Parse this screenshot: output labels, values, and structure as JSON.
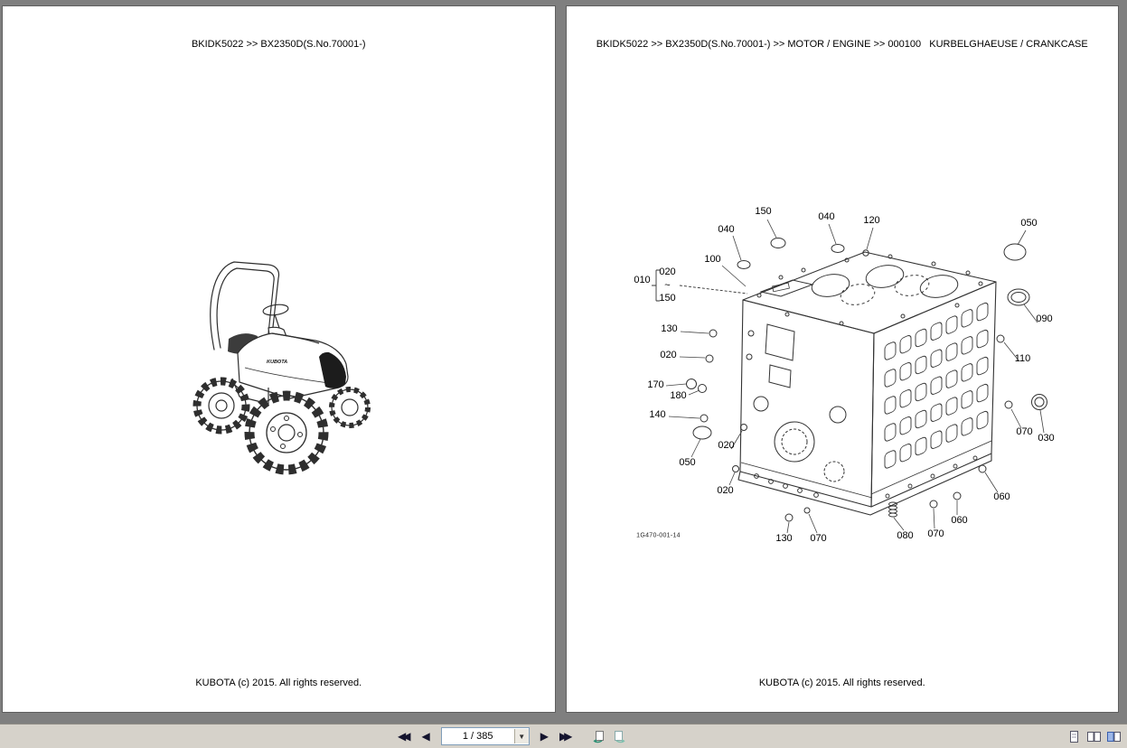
{
  "left_page": {
    "header": "BKIDK5022 >> BX2350D(S.No.70001-)",
    "footer": "KUBOTA (c) 2015. All rights reserved.",
    "tractor_brand": "KUBOTA"
  },
  "right_page": {
    "header": "BKIDK5022 >> BX2350D(S.No.70001-) >> MOTOR / ENGINE >> 000100   KURBELGHAEUSE / CRANKCASE",
    "footer": "KUBOTA (c) 2015. All rights reserved.",
    "figure_ref": "1G470-001-14",
    "section_title": "KURBELGHAEUSE / CRANKCASE",
    "callouts": [
      "150",
      "040",
      "120",
      "050",
      "040",
      "100",
      "010",
      "020",
      "~",
      "150",
      "130",
      "020",
      "170",
      "180",
      "140",
      "090",
      "110",
      "030",
      "070",
      "050",
      "020",
      "020",
      "060",
      "060",
      "130",
      "070",
      "080",
      "070"
    ]
  },
  "toolbar": {
    "page_value": "1 / 385",
    "icons": {
      "first": "◀◀",
      "prev": "◀",
      "next": "▶",
      "last": "▶▶",
      "dropdown": "▼"
    }
  },
  "colors": {
    "background": "#7f7f7f",
    "page": "#ffffff",
    "toolbar": "#d6d2ca",
    "accent_teal": "#2e8f74",
    "accent_blue": "#7a96df"
  }
}
